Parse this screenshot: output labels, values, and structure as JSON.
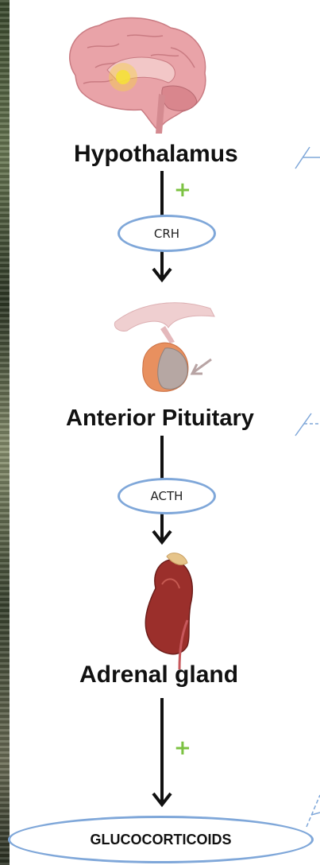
{
  "nodes": {
    "hypothalamus": "Hypothalamus",
    "crh": "CRH",
    "anterior_pituitary": "Anterior Pituitary",
    "acth": "ACTH",
    "adrenal_gland": "Adrenal gland",
    "glucocorticoids": "GLUCOCORTICOIDS"
  },
  "plus_signs": [
    "+",
    "+"
  ],
  "colors": {
    "hormone_outline": "#7fa7d9",
    "plus": "#7cc242",
    "arrow": "#111111",
    "feedback_line": "#7fa7d9"
  },
  "icons": [
    "brain-icon",
    "pituitary-icon",
    "adrenal-kidney-icon"
  ]
}
